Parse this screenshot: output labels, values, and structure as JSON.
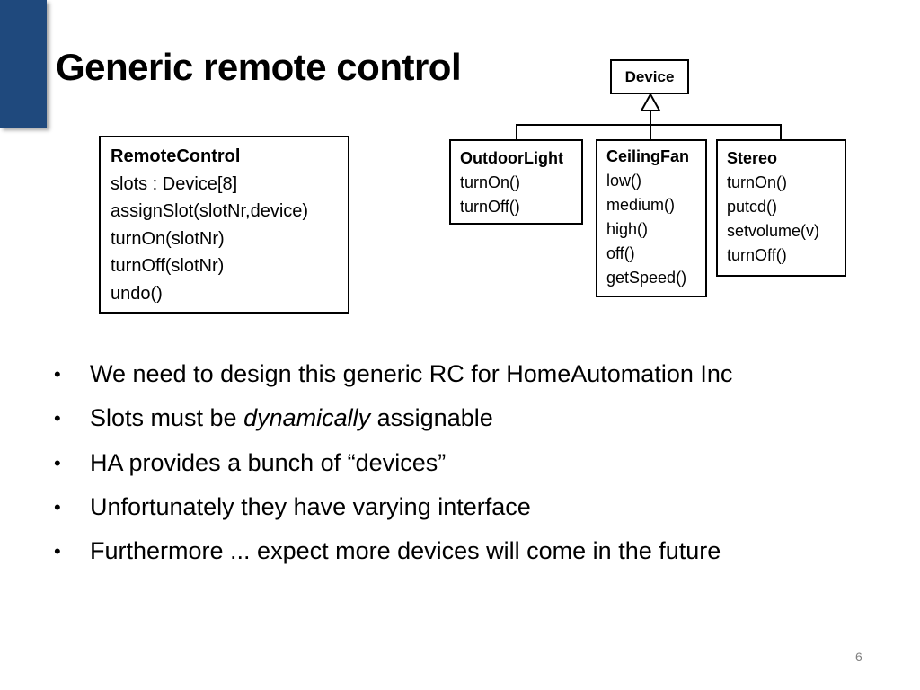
{
  "slide": {
    "title": "Generic remote control",
    "page_number": "6"
  },
  "diagram": {
    "remote_control": {
      "name": "RemoteControl",
      "members": [
        "slots : Device[8]",
        "assignSlot(slotNr,device)",
        "turnOn(slotNr)",
        "turnOff(slotNr)",
        "undo()"
      ]
    },
    "device": {
      "name": "Device"
    },
    "outdoor_light": {
      "name": "OutdoorLight",
      "members": [
        "turnOn()",
        "turnOff()"
      ]
    },
    "ceiling_fan": {
      "name": "CeilingFan",
      "members": [
        "low()",
        "medium()",
        "high()",
        "off()",
        "getSpeed()"
      ]
    },
    "stereo": {
      "name": "Stereo",
      "members": [
        "turnOn()",
        "putcd()",
        "setvolume(v)",
        "turnOff()"
      ]
    }
  },
  "bullets": [
    {
      "text": "We need to design this generic RC for HomeAutomation Inc"
    },
    {
      "before": "Slots must be ",
      "emphasis": "dynamically",
      "after": " assignable"
    },
    {
      "text": "HA provides a bunch of “devices”"
    },
    {
      "text": "Unfortunately they have varying interface"
    },
    {
      "text": "Furthermore ... expect more devices will come in the future"
    }
  ],
  "bullet_glyph": "•",
  "colors": {
    "accent": "#1f497d",
    "page_number": "#7f7f7f"
  }
}
